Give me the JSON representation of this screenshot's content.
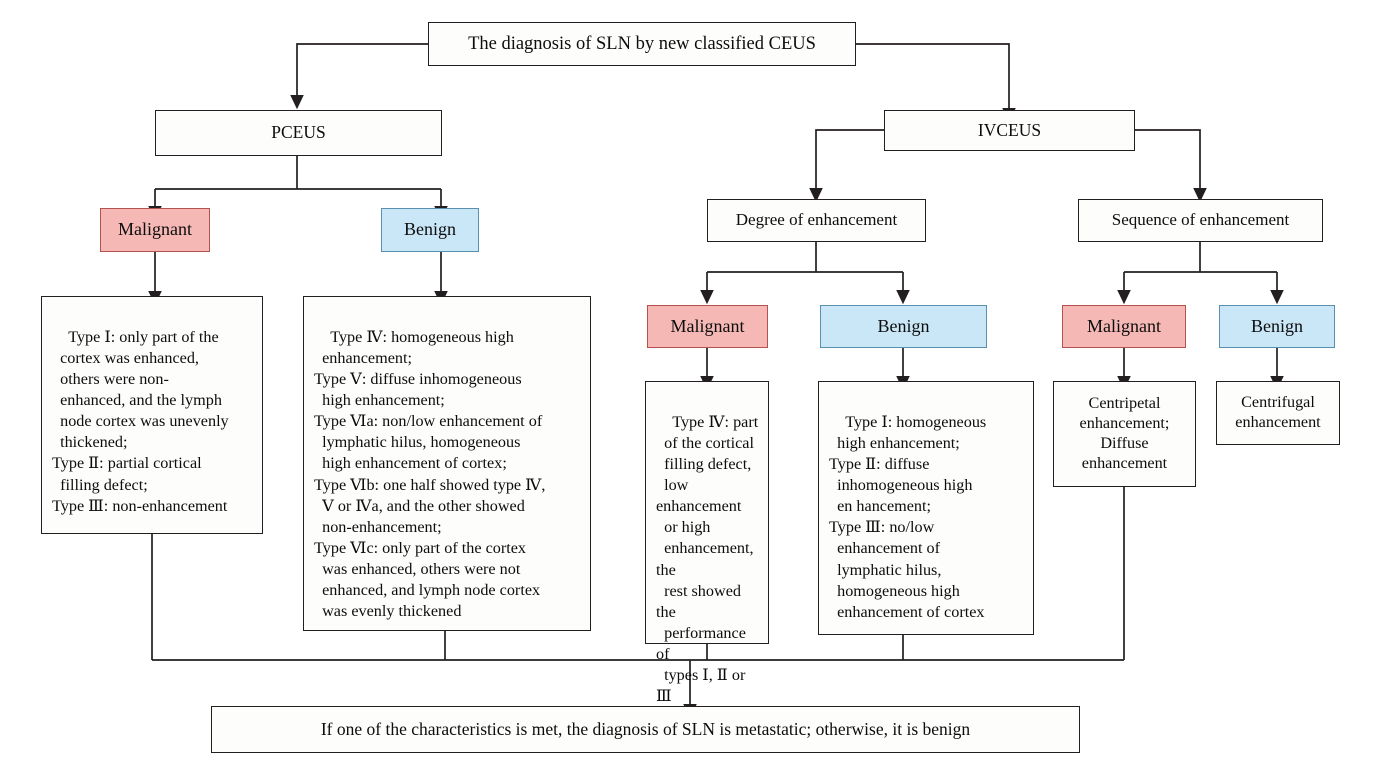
{
  "diagram": {
    "title_node": {
      "label": "The diagnosis of SLN by new classified CEUS"
    },
    "modalities": {
      "pceus": "PCEUS",
      "ivceus": "IVCEUS"
    },
    "ivceus_branches": {
      "degree": "Degree of enhancement",
      "sequence": "Sequence of enhancement"
    },
    "verdict_labels": {
      "malignant": "Malignant",
      "benign": "Benign"
    },
    "pceus_malignant_details": "Type Ⅰ: only part of the\n  cortex was enhanced,\n  others were non-\n  enhanced, and the lymph\n  node cortex was unevenly\n  thickened;\nType Ⅱ: partial cortical\n  filling defect;\nType Ⅲ: non-enhancement",
    "pceus_benign_details": "Type Ⅳ: homogeneous high\n  enhancement;\nType Ⅴ: diffuse inhomogeneous\n  high enhancement;\nType Ⅵa: non/low enhancement of\n  lymphatic hilus, homogeneous\n  high enhancement of cortex;\nType Ⅵb: one half showed type Ⅳ,\n  Ⅴ or Ⅳa, and the other showed\n  non-enhancement;\nType Ⅵc: only part of the cortex\n  was enhanced, others were not\n  enhanced, and lymph node cortex\n  was evenly thickened",
    "degree_malignant_details": "Type Ⅳ: part\n  of the cortical\n  filling defect,\n  low enhancement\n  or high\n  enhancement, the\n  rest showed the\n  performance of\n  types Ⅰ, Ⅱ or Ⅲ",
    "degree_benign_details": "Type Ⅰ: homogeneous\n  high enhancement;\nType Ⅱ: diffuse\n  inhomogeneous high\n  en hancement;\nType Ⅲ: no/low\n  enhancement of\n  lymphatic hilus,\n  homogeneous high\n  enhancement of cortex",
    "sequence_malignant_details": "Centripetal\nenhancement;\nDiffuse\nenhancement",
    "sequence_benign_details": "Centrifugal\nenhancement",
    "conclusion": "If one of the characteristics is met, the diagnosis of SLN is metastatic; otherwise, it is benign",
    "colors": {
      "malignant_fill": "#f5b8b4",
      "malignant_border": "#b4524f",
      "benign_fill": "#c9e7f7",
      "benign_border": "#5b8fb0",
      "node_border": "#231f20",
      "node_fill": "#fdfdfb",
      "connector": "#231f20"
    }
  }
}
